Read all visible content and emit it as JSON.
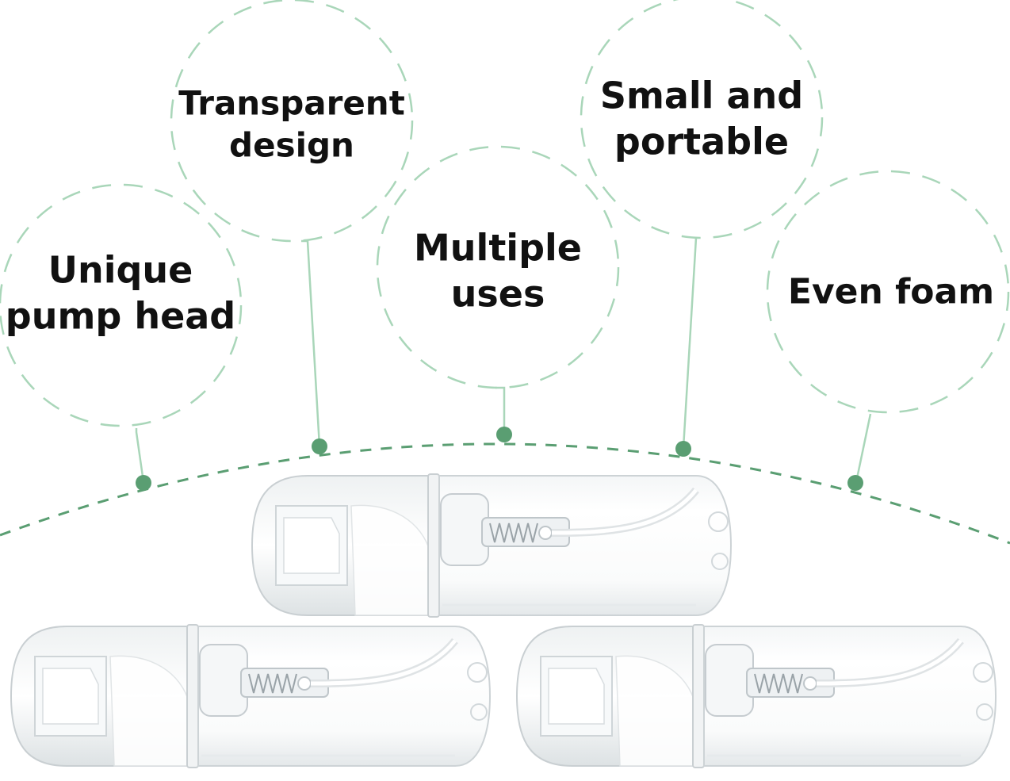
{
  "colors": {
    "accent": "#5a9e72",
    "accent_light": "#a9d6b9",
    "text": "#111111"
  },
  "features": [
    {
      "line1": "Unique",
      "line2": "pump head"
    },
    {
      "line1": "Transparent",
      "line2": "design"
    },
    {
      "line1": "Multiple",
      "line2": "uses"
    },
    {
      "line1": "Small and",
      "line2": "portable"
    },
    {
      "line1": "Even foam",
      "line2": ""
    }
  ],
  "product": {
    "name": "foaming-pump-bottle",
    "count": 3
  }
}
